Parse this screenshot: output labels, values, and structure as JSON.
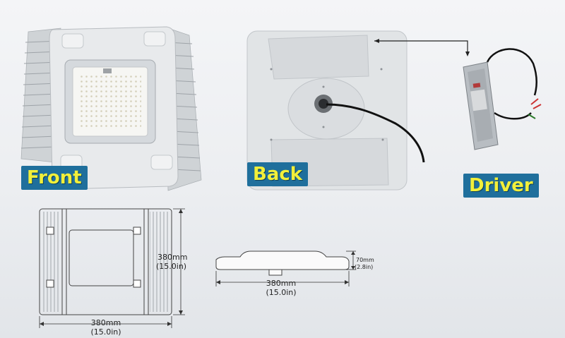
{
  "labels": {
    "front": "Front",
    "back": "Back",
    "driver": "Driver"
  },
  "dimensions": {
    "front_height_mm": "380mm",
    "front_height_in": "(15.0in)",
    "front_width_mm": "380mm",
    "front_width_in": "(15.0in)",
    "side_width_mm": "380mm",
    "side_width_in": "(15.0in)",
    "side_height_mm": "70mm",
    "side_height_in": "(2.8in)"
  },
  "colors": {
    "label_bg": "#1f6f9c",
    "label_text": "#f2ef3a",
    "fixture_body": "#e6e8ea",
    "led_panel": "#f7f7f5"
  }
}
